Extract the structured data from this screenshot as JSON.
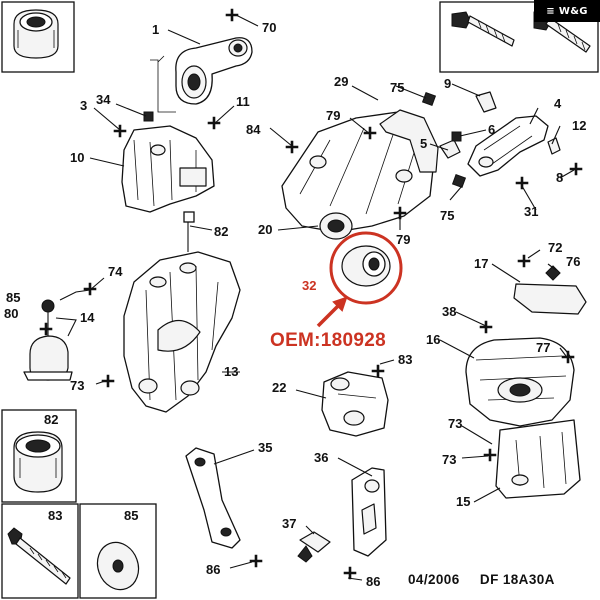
{
  "brand": {
    "logo_text": "W&G",
    "logo_mark": "≡"
  },
  "highlight": {
    "oem_text": "OEM:180928",
    "color": "#cc3322",
    "circled_part": "32"
  },
  "footer": {
    "date": "04/2006",
    "code": "DF 18A30A"
  },
  "callouts": {
    "c1": "1",
    "c3": "3",
    "c4": "4",
    "c5": "5",
    "c6": "6",
    "c8": "8",
    "c9": "9",
    "c10": "10",
    "c11": "11",
    "c12": "12",
    "c13": "13",
    "c14": "14",
    "c15": "15",
    "c16": "16",
    "c17": "17",
    "c20": "20",
    "c22": "22",
    "c29": "29",
    "c31": "31",
    "c32": "32",
    "c34": "34",
    "c35": "35",
    "c36": "36",
    "c37": "37",
    "c38": "38",
    "c70": "70",
    "c72": "72",
    "c73a": "73",
    "c73b": "73",
    "c73c": "73",
    "c74": "74",
    "c75a": "75",
    "c75b": "75",
    "c76": "76",
    "c77": "77",
    "c79a": "79",
    "c79b": "79",
    "c80": "80",
    "c82": "82",
    "c83": "83",
    "c84": "84",
    "c85": "85",
    "c86a": "86",
    "c86b": "86"
  },
  "inset_labels": {
    "i82": "82",
    "i83": "83",
    "i85": "85"
  }
}
